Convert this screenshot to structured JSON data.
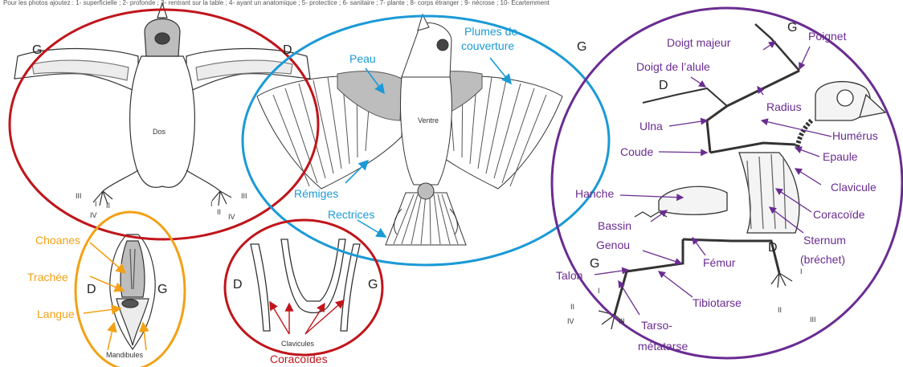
{
  "header_text": "Pour les photos ajoutez : 1- superficielle ; 2- profonde ; 3- rentrant sur la table ; 4- ayant un anatomique ; 5- protectice ; 6- sanitaire ; 7- plante ; 8- corps étranger ; 9- nécrose ; 10- Ecartemment",
  "colors": {
    "red": "#c0151b",
    "blue": "#1b9ad6",
    "purple": "#6a2c91",
    "orange": "#f2a115",
    "bone": "#ececec",
    "tissue": "#bdbdbd"
  },
  "panel_dorsal": {
    "left_side": "G",
    "right_side": "D",
    "center_label": "Dos",
    "toe_numbers_left": [
      "III",
      "II",
      "I",
      "IV"
    ],
    "toe_numbers_right": [
      "I",
      "II",
      "III",
      "IV"
    ]
  },
  "panel_ventral": {
    "right_side": "G",
    "center_label": "Ventre",
    "labels": [
      "Peau",
      "Plumes de",
      "couverture",
      "Rémiges",
      "Rectrices"
    ]
  },
  "panel_skeleton": {
    "letters": [
      "G",
      "D",
      "D",
      "G"
    ],
    "labels": [
      "Doigt majeur",
      "Poignet",
      "Doigt de l’alule",
      "Radius",
      "Ulna",
      "Humérus",
      "Coude",
      "Epaule",
      "Clavicule",
      "Hanche",
      "Coracoïde",
      "Bassin",
      "Sternum",
      "(bréchet)",
      "Genou",
      "Fémur",
      "Talon",
      "Tibiotarse",
      "Tarso-",
      "métatarse"
    ],
    "toe_numbers": [
      "I",
      "II",
      "III",
      "IV",
      "I",
      "II",
      "III"
    ]
  },
  "panel_beak": {
    "left_side": "D",
    "right_side": "G",
    "labels": [
      "Choanes",
      "Trachée",
      "Langue"
    ],
    "bottom_label": "Mandibules"
  },
  "panel_girdle": {
    "left_side": "D",
    "right_side": "G",
    "center_label": "Clavicules",
    "bottom_label": "Coracoïdes"
  }
}
